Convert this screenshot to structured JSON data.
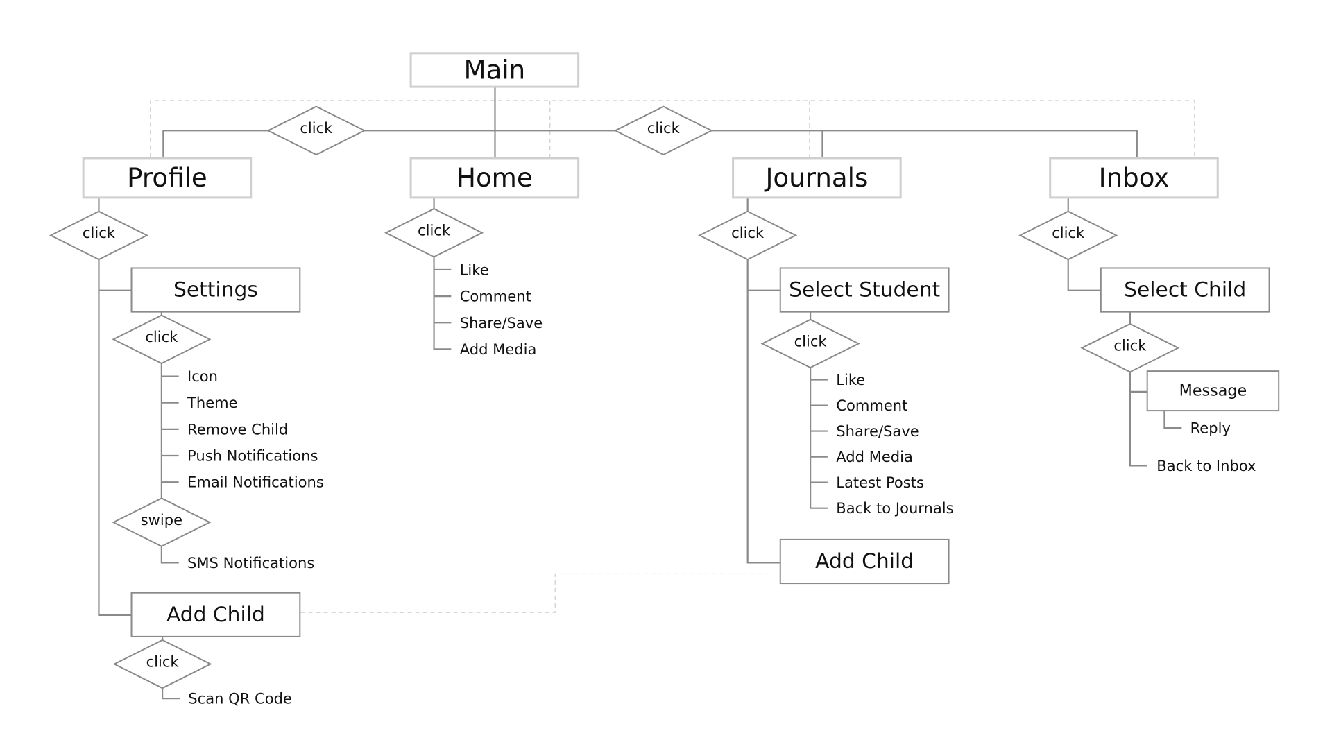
{
  "colors": {
    "line": "#8a8a8a",
    "box_stroke": "#8a8a8a",
    "box_stroke_light": "#cfcfcf",
    "dashed": "#cccccc",
    "text": "#111111"
  },
  "nodes": {
    "main": "Main",
    "profile": "Profile",
    "home": "Home",
    "journals": "Journals",
    "inbox": "Inbox",
    "settings": "Settings",
    "profile_add_child": "Add Child",
    "select_student": "Select Student",
    "journals_add_child": "Add Child",
    "select_child": "Select Child",
    "message": "Message"
  },
  "decisions": {
    "top_left": "click",
    "top_right": "click",
    "profile": "click",
    "settings": "click",
    "swipe": "swipe",
    "add_child": "click",
    "home": "click",
    "journals": "click",
    "select_student": "click",
    "inbox": "click",
    "select_child": "click"
  },
  "items": {
    "settings": [
      "Icon",
      "Theme",
      "Remove Child",
      "Push Notifications",
      "Email Notifications"
    ],
    "swipe": [
      "SMS Notifications"
    ],
    "add_child": [
      "Scan QR Code"
    ],
    "home": [
      "Like",
      "Comment",
      "Share/Save",
      "Add Media"
    ],
    "select_student": [
      "Like",
      "Comment",
      "Share/Save",
      "Add Media",
      "Latest Posts",
      "Back to Journals"
    ],
    "message": [
      "Reply"
    ],
    "select_child": [
      "Back to Inbox"
    ]
  }
}
